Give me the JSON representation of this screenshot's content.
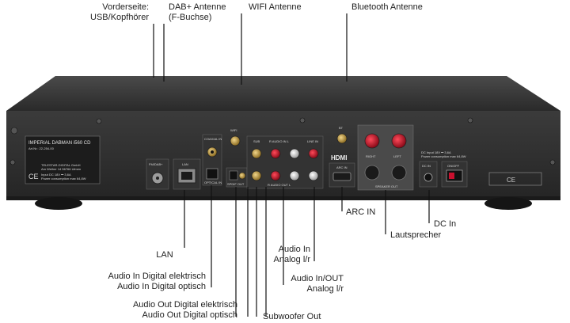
{
  "labels": {
    "front_usb": {
      "line1": "Vorderseite:",
      "line2": "USB/Kopfhörer"
    },
    "dab": {
      "line1": "DAB+ Antenne",
      "line2": "(F-Buchse)"
    },
    "wifi": "WIFI Antenne",
    "bluetooth": "Bluetooth Antenne",
    "arc_in": "ARC IN",
    "dc_in": "DC In",
    "speaker": "Lautsprecher",
    "lan": "LAN",
    "audio_in_analog": {
      "line1": "Audio In",
      "line2": "Analog l/r"
    },
    "audio_in_digital": {
      "line1": "Audio In Digital elektrisch",
      "line2": "Audio In Digital optisch"
    },
    "audio_inout_analog": {
      "line1": "Audio In/OUT",
      "line2": "Analog l/r"
    },
    "audio_out_digital": {
      "line1": "Audio Out Digital elektrisch",
      "line2": "Audio Out Digital optisch"
    },
    "subwoofer": "Subwoofer Out"
  },
  "device": {
    "model": "IMPERIAL DABMAN i560 CD",
    "art_nr": "Art.Nr.: 22-254-00",
    "maker": "TELESTAR-DIGITAL GmbH",
    "address": "Am Weiher 14 56766 Ulmen",
    "power": "Input DC 18V ⎓ 3,6A",
    "consumption": "Power consumption max 64,8W",
    "ports": {
      "fm_dab": "FM/DAB+",
      "lan": "LAN",
      "coaxial_in": "COAXIAL IN",
      "optical_in": "OPTICAL IN",
      "wifi": "WIFI",
      "sub": "SUB",
      "rl_audio_in_l": "R AUDIO IN L",
      "line_in": "LINE IN",
      "spdif_out": "SPDIF OUT",
      "rl_audio_out_l": "R AUDIO OUT L",
      "bt": "BT",
      "hdmi": "HDMI",
      "arc_in": "ARC IN",
      "right": "RIGHT",
      "left": "LEFT",
      "speaker_out": "SPEAKER OUT",
      "dc_in": "DC IN",
      "on_off": "ON/OFF",
      "dc_input": "DC Input 18V ⎓ 3,6A",
      "dc_power": "Power consumption max 64,8W"
    }
  },
  "colors": {
    "chassis": "#2b2b2b",
    "panel": "#3a3a3a",
    "red_connector": "#c8102e",
    "white_connector": "#e8e8e8",
    "gold": "#c9a24a"
  }
}
